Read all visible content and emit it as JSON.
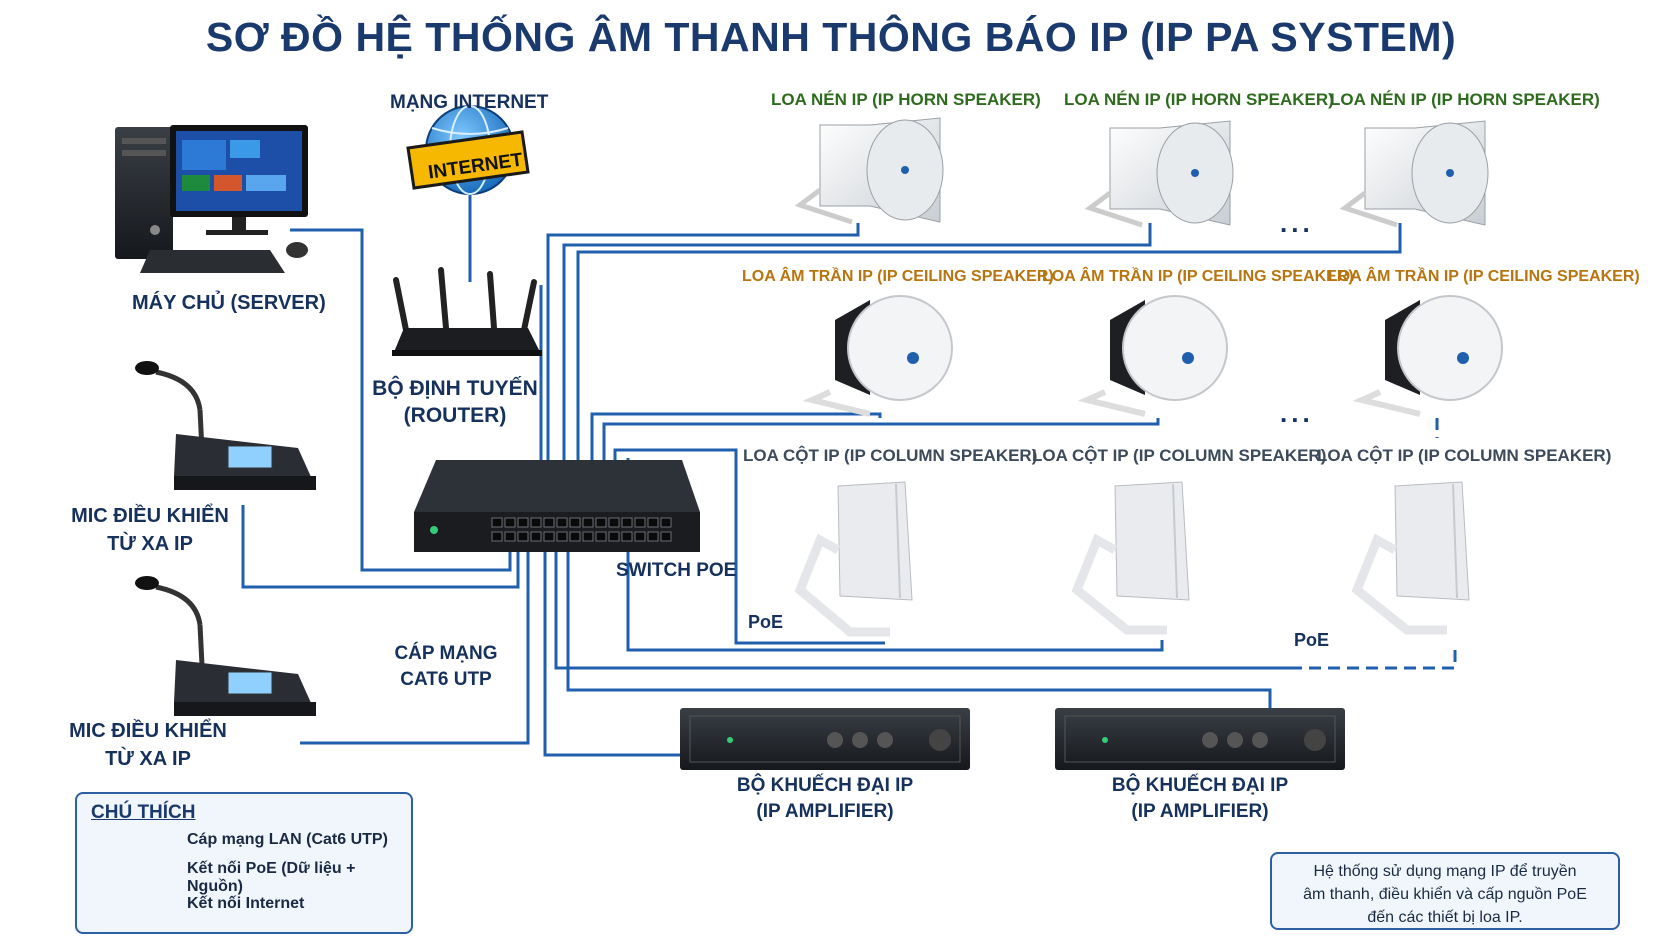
{
  "title": "SƠ ĐỒ HỆ THỐNG ÂM THANH THÔNG BÁO IP (IP PA SYSTEM)",
  "nodes": {
    "server": "MÁY CHỦ (SERVER)",
    "internet": "MẠNG INTERNET",
    "internet_badge": "INTERNET",
    "router_line1": "BỘ ĐỊNH TUYẾN",
    "router_line2": "(ROUTER)",
    "mic1_line1": "MIC ĐIỀU KHIỂN",
    "mic1_line2": "TỪ XA IP",
    "mic2_line1": "MIC ĐIỀU KHIỂN",
    "mic2_line2": "TỪ XA IP",
    "switch": "SWITCH POE",
    "cable_line1": "CÁP MẠNG",
    "cable_line2": "CAT6 UTP",
    "horn1": "LOA NÉN IP (IP HORN SPEAKER)",
    "horn2": "LOA NÉN IP (IP HORN SPEAKER)",
    "horn3": "LOA NÉN IP (IP HORN SPEAKER)",
    "ceiling1": "LOA ÂM TRẦN IP (IP CEILING SPEAKER)",
    "ceiling2": "LOA ÂM TRẦN IP (IP CEILING SPEAKER)",
    "ceiling3": "LOA ÂM TRẦN IP (IP CEILING SPEAKER)",
    "column1": "LOA CỘT IP (IP COLUMN SPEAKER)",
    "column2": "LOA CỘT IP (IP COLUMN SPEAKER)",
    "column3": "LOA CỘT IP (IP COLUMN SPEAKER)",
    "poe1": "PoE",
    "poe2": "PoE",
    "ellipsis1": "...",
    "ellipsis2": "...",
    "amp1_line1": "BỘ KHUẾCH ĐẠI IP",
    "amp1_line2": "(IP AMPLIFIER)",
    "amp2_line1": "BỘ KHUẾCH ĐẠI IP",
    "amp2_line2": "(IP AMPLIFIER)"
  },
  "legend": {
    "title": "CHÚ THÍCH",
    "lan": "Cáp mạng LAN (Cat6 UTP)",
    "poe": "Kết nối PoE (Dữ liệu + Nguồn)",
    "internet": "Kết nối Internet"
  },
  "note": {
    "line1": "Hệ thống sử dụng mạng IP để truyền",
    "line2": "âm thanh, điều khiển và cấp nguồn PoE",
    "line3": "đến các thiết bị loa IP."
  },
  "colors": {
    "cable": "#1f5fae",
    "title": "#1a3a6e",
    "horn_label": "#2f6b1f",
    "ceiling_label": "#b8740f"
  }
}
